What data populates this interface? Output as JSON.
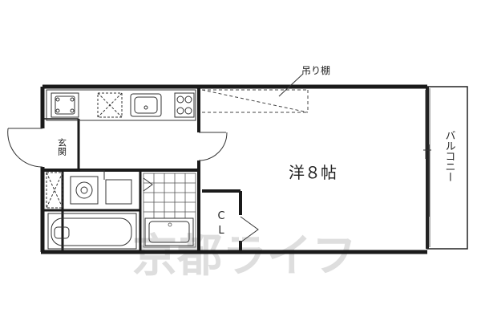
{
  "rooms": {
    "western_room": {
      "label": "洋８帖"
    },
    "closet": {
      "label_top": "C",
      "label_bottom": "L"
    },
    "entrance": {
      "label": "玄関"
    },
    "balcony": {
      "label": "バルコニー"
    },
    "hanging_shelf": {
      "label": "吊り棚"
    }
  },
  "watermark": {
    "text": "京都ライフ"
  },
  "colors": {
    "line": "#1a1a1a",
    "thin": "#333333",
    "watermark": "#d9d9d9"
  }
}
